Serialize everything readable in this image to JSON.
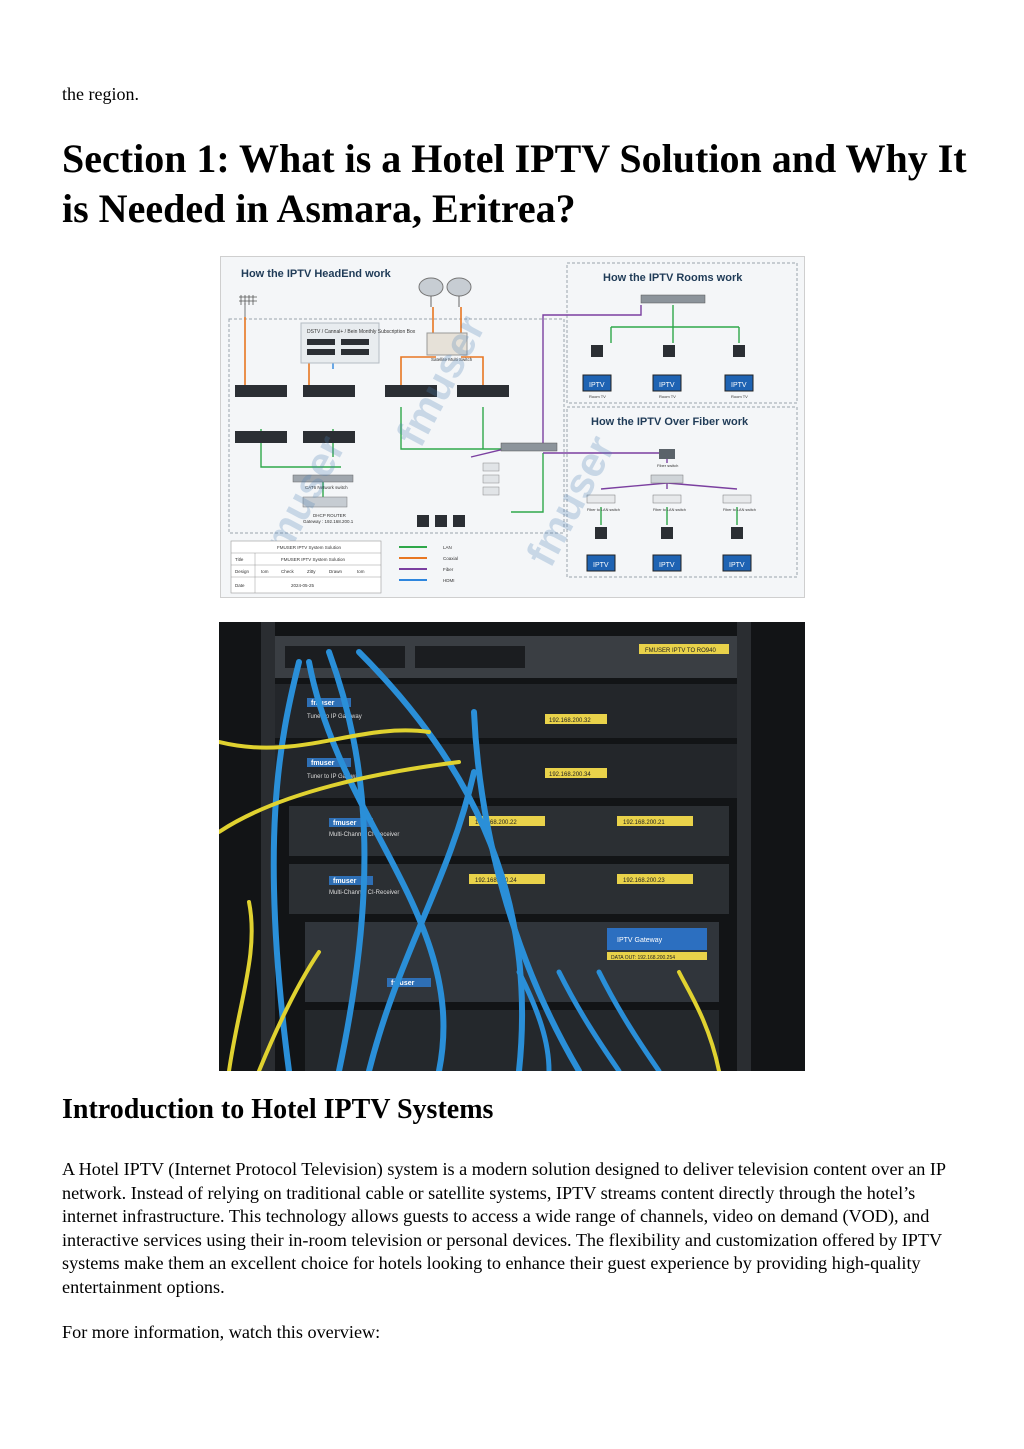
{
  "lead_text": "the region.",
  "section_title": "Section 1: What is a Hotel IPTV Solution and Why It is Needed in Asmara, Eritrea?",
  "diagram": {
    "headend_title": "How the IPTV HeadEnd work",
    "rooms_title": "How the IPTV Rooms work",
    "fiber_title": "How the IPTV Over Fiber  work",
    "subscription_label": "DSTV / Cannal+ / Bein Monthly Subscription Box",
    "network_switch": "CAT6 Network switch",
    "router_label": "DHCP ROUTER",
    "router_gateway": "Gateway : 192.168.200.1",
    "satellite_switch": "Satellite Multi Switch",
    "fiber_switch": "Fiber switch",
    "fiber_to_lan": "Fiber to LAN switch",
    "iptv_label": "IPTV",
    "room_tv": "Room TV",
    "watermark": "fmuser",
    "system_title": "FMUSER IPTV System Solution",
    "table": {
      "title_label": "Title",
      "title_value": "FMUSER IPTV System Solution",
      "design": "Design",
      "design_by": "tom",
      "check": "Check",
      "check_by": "Zitty",
      "drawn": "Drawn",
      "drawn_by": "tom",
      "date_label": "Date",
      "date_value": "2024-05-25"
    },
    "legend": [
      {
        "label": "LAN",
        "color": "#2fa84a"
      },
      {
        "label": "Coaxial",
        "color": "#e87722"
      },
      {
        "label": "Fiber",
        "color": "#7b3fa0"
      },
      {
        "label": "HDMI",
        "color": "#2e86de"
      }
    ]
  },
  "rack_photo": {
    "brand": "fmuser",
    "labels": {
      "tuner1": "Tuner to IP Gateway",
      "tuner2": "Tuner to IP Gateway",
      "ci1": "Multi-Channel CI-Receiver",
      "ci2": "Multi-Channel CI-Receiver",
      "gateway": "IPTV Gateway"
    },
    "ip_tags": [
      "192.168.200.32",
      "192.168.200.34",
      "192.168.200.22",
      "192.168.200.21",
      "192.168.200.24",
      "192.168.200.23",
      "DATA OUT: 192.168.200.254"
    ],
    "top_tag": "FMUSER IPTV TO RO940"
  },
  "subheading": "Introduction to Hotel IPTV Systems",
  "paragraph": "A Hotel IPTV (Internet Protocol Television) system is a modern solution designed to deliver television content over an IP network. Instead of relying on traditional cable or satellite systems, IPTV streams content directly through the hotel’s internet infrastructure. This technology allows guests to access a wide range of channels, video on demand (VOD), and interactive services using their in-room television or personal devices. The flexibility and customization offered by IPTV systems make them an excellent choice for hotels looking to enhance their guest experience by providing high-quality entertainment options.",
  "closing_line": "For more information, watch this overview:"
}
